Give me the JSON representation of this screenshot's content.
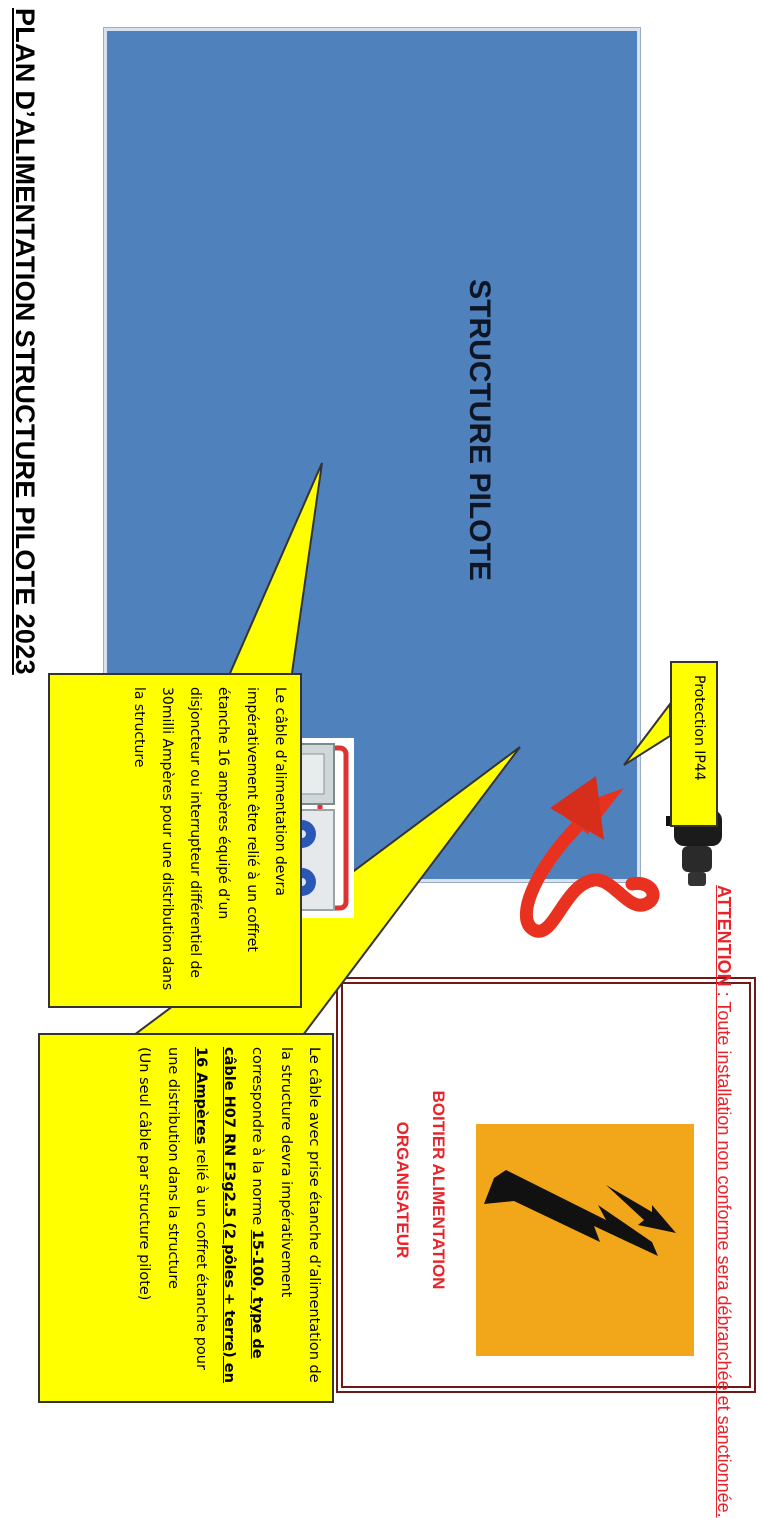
{
  "title": "PLAN D’ALIMENTATION STRUCTURE PILOTE 2023",
  "structure": {
    "label": "STRUCTURE PILOTE"
  },
  "organiser_box": {
    "line1": "BOITIER ALIMENTATION",
    "line2": "ORGANISATEUR"
  },
  "callouts": {
    "ip44": "Protection IP44",
    "cable": {
      "part1": "Le câble avec prise étanche d’alimentation de la structure devra impérativement correspondre  à la norme ",
      "spec": " 15-100, type de câble H07 RN F3g2.5 (2 pôles + terre) en 16 Ampères",
      "part2": " relié à un coffret étanche pour une distribution dans la structure",
      "note": "(Un seul câble par structure pilote)"
    },
    "breaker": "Le câble d’alimentation devra impérativement être relié à un coffret étanche 16 ampères équipé d’un disjoncteur ou interrupteur différentiel de 30milli Ampères  pour une distribution dans la structure"
  },
  "warning": {
    "lead": "ATTENTION",
    "text": " : Toute installation non conforme sera débranchée et sanctionnée."
  },
  "colors": {
    "structure_fill": "#4f81bd",
    "callout_yellow": "#ffff00",
    "alert_red": "#e8242b",
    "frame_maroon": "#6e1a1a",
    "hazard_orange": "#f2a71b",
    "cable_red": "#e8321f"
  },
  "icons": [
    "high-voltage-icon",
    "plug-icon",
    "cable-arrow-icon",
    "distribution-box-icon"
  ]
}
